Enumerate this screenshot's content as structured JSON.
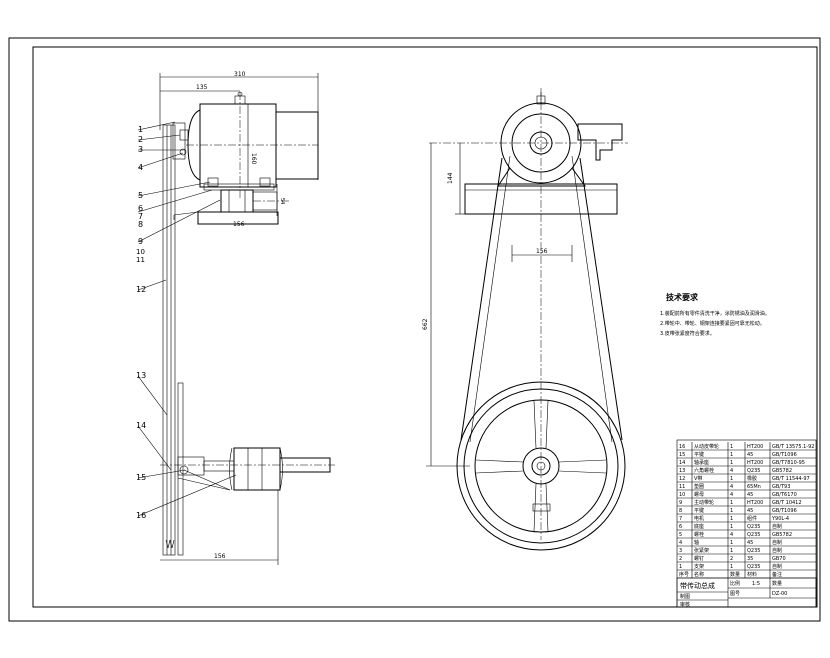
{
  "balloons": [
    "1",
    "2",
    "3",
    "4",
    "5",
    "6",
    "7",
    "8",
    "9",
    "10",
    "11",
    "12",
    "13",
    "14",
    "15",
    "16"
  ],
  "side_view": {
    "dim_overall": "310",
    "dim_offset": "135",
    "dim_height": "160",
    "dim_shaft": "54",
    "dim_base": "156",
    "dim_bottom": "156"
  },
  "front_view": {
    "dim_vertical": "144",
    "dim_pulley": "156",
    "dim_center": "662"
  },
  "notes": {
    "title": "技术要求",
    "lines": [
      "1.装配前所有零件清洗干净，涂防锈油及润滑油。",
      "2.带轮中、带轮、钢架连接要紧固可靠无松动。",
      "3.皮带张紧度符合要求。"
    ]
  },
  "bom": {
    "rows": [
      {
        "no": "16",
        "name": "从动皮带轮",
        "qty": "1",
        "mat": "HT200",
        "std": "GB/T 13575.1-92"
      },
      {
        "no": "15",
        "name": "平键",
        "qty": "1",
        "mat": "45",
        "std": "GB/T1096"
      },
      {
        "no": "14",
        "name": "轴承座",
        "qty": "1",
        "mat": "HT200",
        "std": "GB/T7810-95"
      },
      {
        "no": "13",
        "name": "六角螺栓",
        "qty": "4",
        "mat": "Q235",
        "std": "GB5782"
      },
      {
        "no": "12",
        "name": "V带",
        "qty": "1",
        "mat": "橡胶",
        "std": "GB/T 11544-97"
      },
      {
        "no": "11",
        "name": "垫圈",
        "qty": "4",
        "mat": "65Mn",
        "std": "GB/T93"
      },
      {
        "no": "10",
        "name": "螺母",
        "qty": "4",
        "mat": "45",
        "std": "GB/T6170"
      },
      {
        "no": "9",
        "name": "主动带轮",
        "qty": "1",
        "mat": "HT200",
        "std": "GB/T 10412"
      },
      {
        "no": "8",
        "name": "平键",
        "qty": "1",
        "mat": "45",
        "std": "GB/T1096"
      },
      {
        "no": "7",
        "name": "电机",
        "qty": "1",
        "mat": "组件",
        "std": "Y90L-4"
      },
      {
        "no": "6",
        "name": "底座",
        "qty": "1",
        "mat": "Q235",
        "std": "自制"
      },
      {
        "no": "5",
        "name": "螺栓",
        "qty": "4",
        "mat": "Q235",
        "std": "GB5782"
      },
      {
        "no": "4",
        "name": "轴",
        "qty": "1",
        "mat": "45",
        "std": "自制"
      },
      {
        "no": "3",
        "name": "张紧架",
        "qty": "1",
        "mat": "Q235",
        "std": "自制"
      },
      {
        "no": "2",
        "name": "螺钉",
        "qty": "2",
        "mat": "35",
        "std": "GB70"
      },
      {
        "no": "1",
        "name": "支架",
        "qty": "1",
        "mat": "Q235",
        "std": "自制"
      }
    ],
    "header": {
      "no": "序号",
      "name": "名称",
      "qty": "数量",
      "mat": "材料",
      "std": "备注"
    },
    "title_block": {
      "title": "带传动总成",
      "label_draw": "制图",
      "label_check": "审核",
      "label_scale": "比例",
      "scale": "1:5",
      "label_qty": "数量",
      "label_sheet": "图号",
      "sheet": "DZ-00"
    }
  }
}
